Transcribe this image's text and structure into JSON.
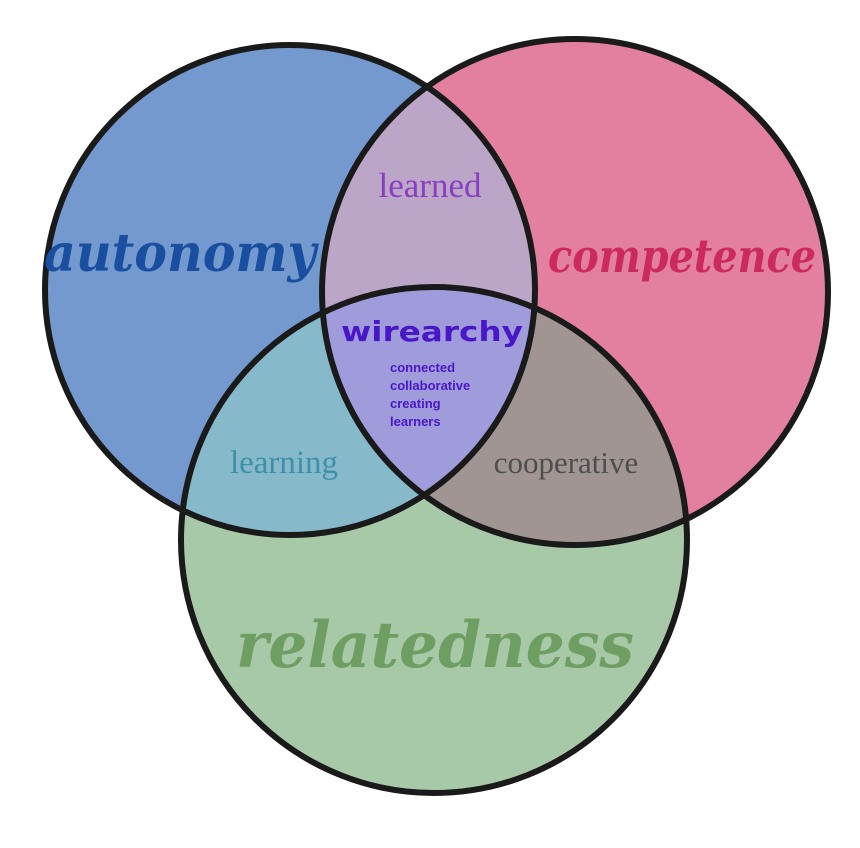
{
  "diagram": {
    "sets": {
      "autonomy": {
        "label": "autonomy",
        "fill": "#7399cf",
        "text_color": "#1a4fa0"
      },
      "competence": {
        "label": "competence",
        "fill": "#e3809f",
        "text_color": "#cc2a5f"
      },
      "relatedness": {
        "label": "relatedness",
        "fill": "#a8c9a8",
        "text_color": "#6f9e63"
      }
    },
    "overlaps": {
      "autonomy_competence": {
        "label": "learned",
        "fill": "#bca6c7",
        "text_color": "#8a3ec2"
      },
      "autonomy_relatedness": {
        "label": "learning",
        "fill": "#86bacb",
        "text_color": "#3f8fa8"
      },
      "competence_relatedness": {
        "label": "cooperative",
        "fill": "#a19593",
        "text_color": "#4e4e4e"
      },
      "center": {
        "label": "wirearchy",
        "fill": "#a09cdc",
        "text_color": "#4a17c8",
        "items": [
          "connected",
          "collaborative",
          "creating",
          "learners"
        ]
      }
    },
    "outline_color": "#1a1a1a"
  }
}
